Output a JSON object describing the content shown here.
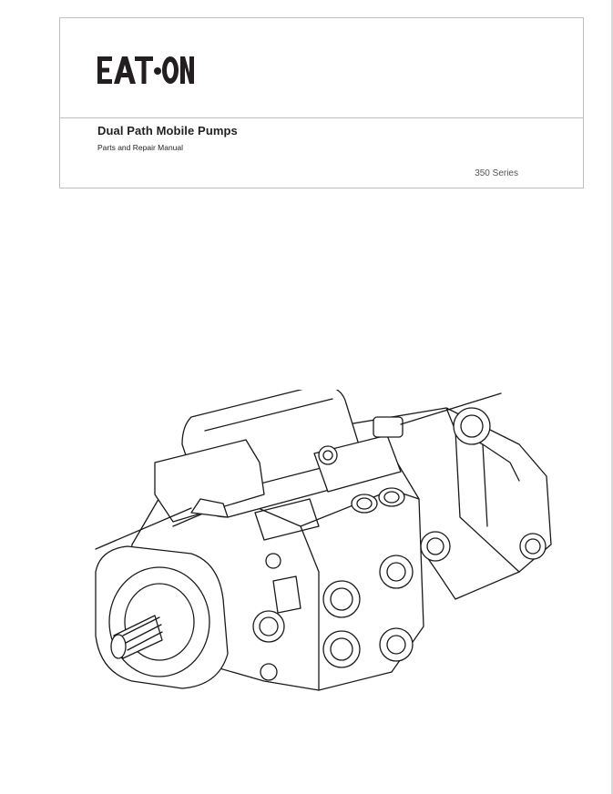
{
  "brand": {
    "logo_text": "EATON",
    "icon": "eaton-logo-icon"
  },
  "header": {
    "title": "Dual Path Mobile Pumps",
    "subtitle": "Parts and Repair Manual",
    "series": "350 Series"
  },
  "illustration": {
    "icon": "hydraulic-pump-assembly-icon"
  },
  "colors": {
    "text": "#231f20",
    "rule": "#bfbfbf",
    "line_art": "#1a1a1a"
  }
}
